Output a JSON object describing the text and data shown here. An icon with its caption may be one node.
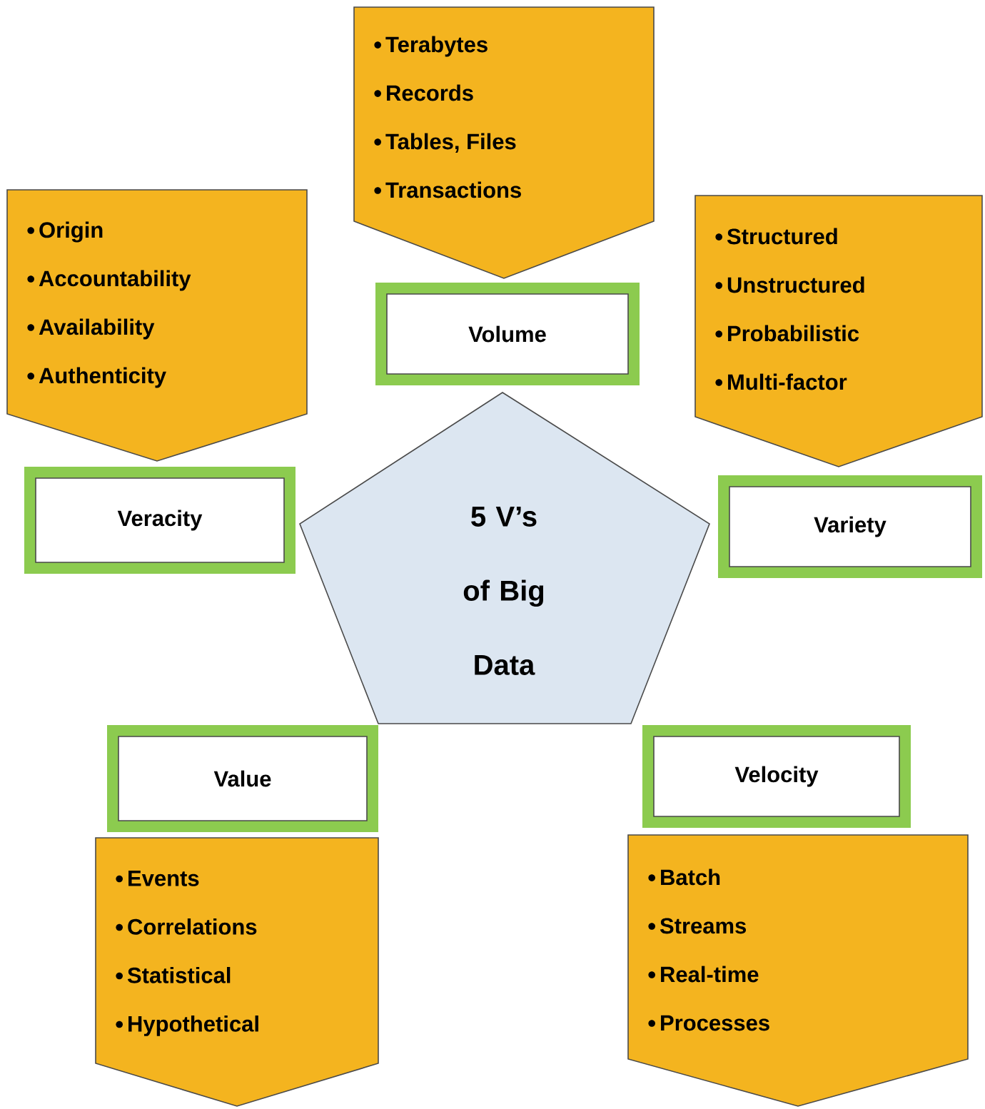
{
  "diagram": {
    "nodes": [
      {
        "text": [
          "Terabytes",
          "Records",
          "Tables, Files",
          "Transactions"
        ]
      },
      {
        "text": [
          "Origin",
          "Accountability",
          "Availability",
          "Authenticity"
        ]
      },
      {
        "text": [
          "Volume"
        ]
      },
      {
        "text": [
          "Structured",
          "Unstructured",
          "Probabilistic",
          "Multi-factor"
        ]
      },
      {
        "text": [
          "Veracity"
        ]
      },
      {
        "text": [
          "5 V’s of Big Data"
        ]
      },
      {
        "text": [
          "Variety"
        ]
      },
      {
        "text": [
          "Value"
        ]
      },
      {
        "text": [
          "Velocity"
        ]
      },
      {
        "text": [
          "Events",
          "Correlations",
          "Statistical",
          "Hypothetical"
        ]
      },
      {
        "text": [
          "Batch",
          "Streams",
          "Real-time",
          "Processes"
        ]
      }
    ]
  }
}
